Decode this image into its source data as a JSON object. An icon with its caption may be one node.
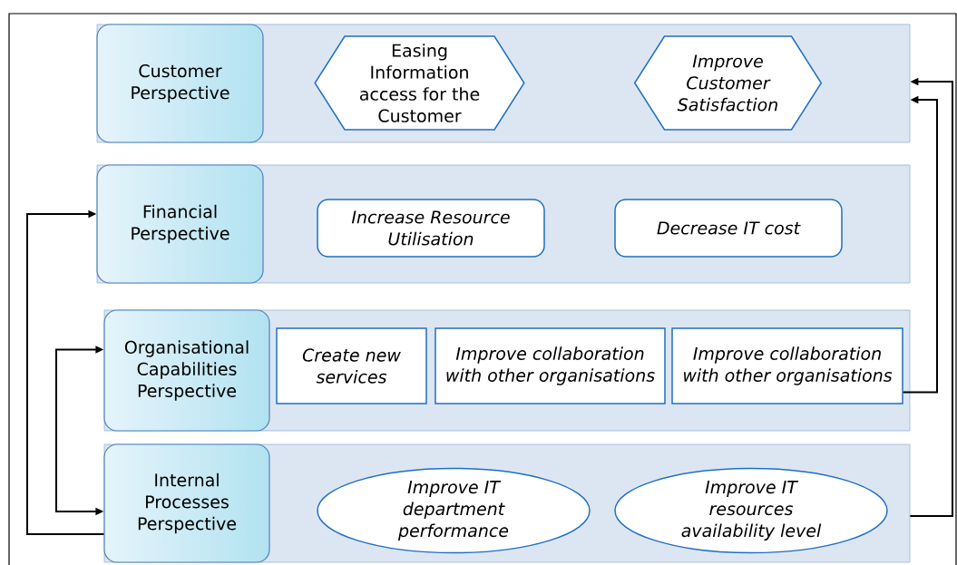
{
  "diagram": {
    "nodes": [
      {
        "text": [],
        "shape": "box"
      },
      {
        "text": [
          "Customer Perspective"
        ],
        "in": 0
      },
      {
        "text": [
          "Easing Information access for the Customer"
        ],
        "in": 0
      },
      {
        "text": [
          "Improve Customer Satisfaction"
        ],
        "in": 0
      },
      {
        "text": [],
        "shape": "box"
      },
      {
        "text": [
          "Financial Perspective"
        ],
        "in": 4
      },
      {
        "text": [
          "Increase Resource Utilisation"
        ],
        "in": 4
      },
      {
        "text": [
          "Decrease IT cost"
        ],
        "in": 4
      },
      {
        "text": [],
        "shape": "box"
      },
      {
        "text": [
          "Organisational Capabilities Perspective"
        ],
        "in": 8
      },
      {
        "text": [
          "Create new services"
        ],
        "in": 8
      },
      {
        "text": [
          "Improve collaboration with other organisations"
        ],
        "in": 8
      },
      {
        "text": [
          "Improve collaboration with other organisations"
        ],
        "in": 8
      },
      {
        "text": [],
        "shape": "box"
      },
      {
        "text": [
          "Internal Processes Perspective"
        ],
        "in": 13
      },
      {
        "text": [
          "Improve IT department performance"
        ],
        "in": 13
      },
      {
        "text": [
          "Improve IT resources availability level"
        ],
        "in": 13
      }
    ],
    "edges": [
      {
        "from": 14,
        "to": 5,
        "arrow": "to"
      },
      {
        "from": 14,
        "to": 9,
        "arrow": "both"
      },
      {
        "from": 12,
        "to": 0,
        "arrow": "to"
      },
      {
        "from": 13,
        "to": 0,
        "arrow": "to"
      }
    ]
  }
}
